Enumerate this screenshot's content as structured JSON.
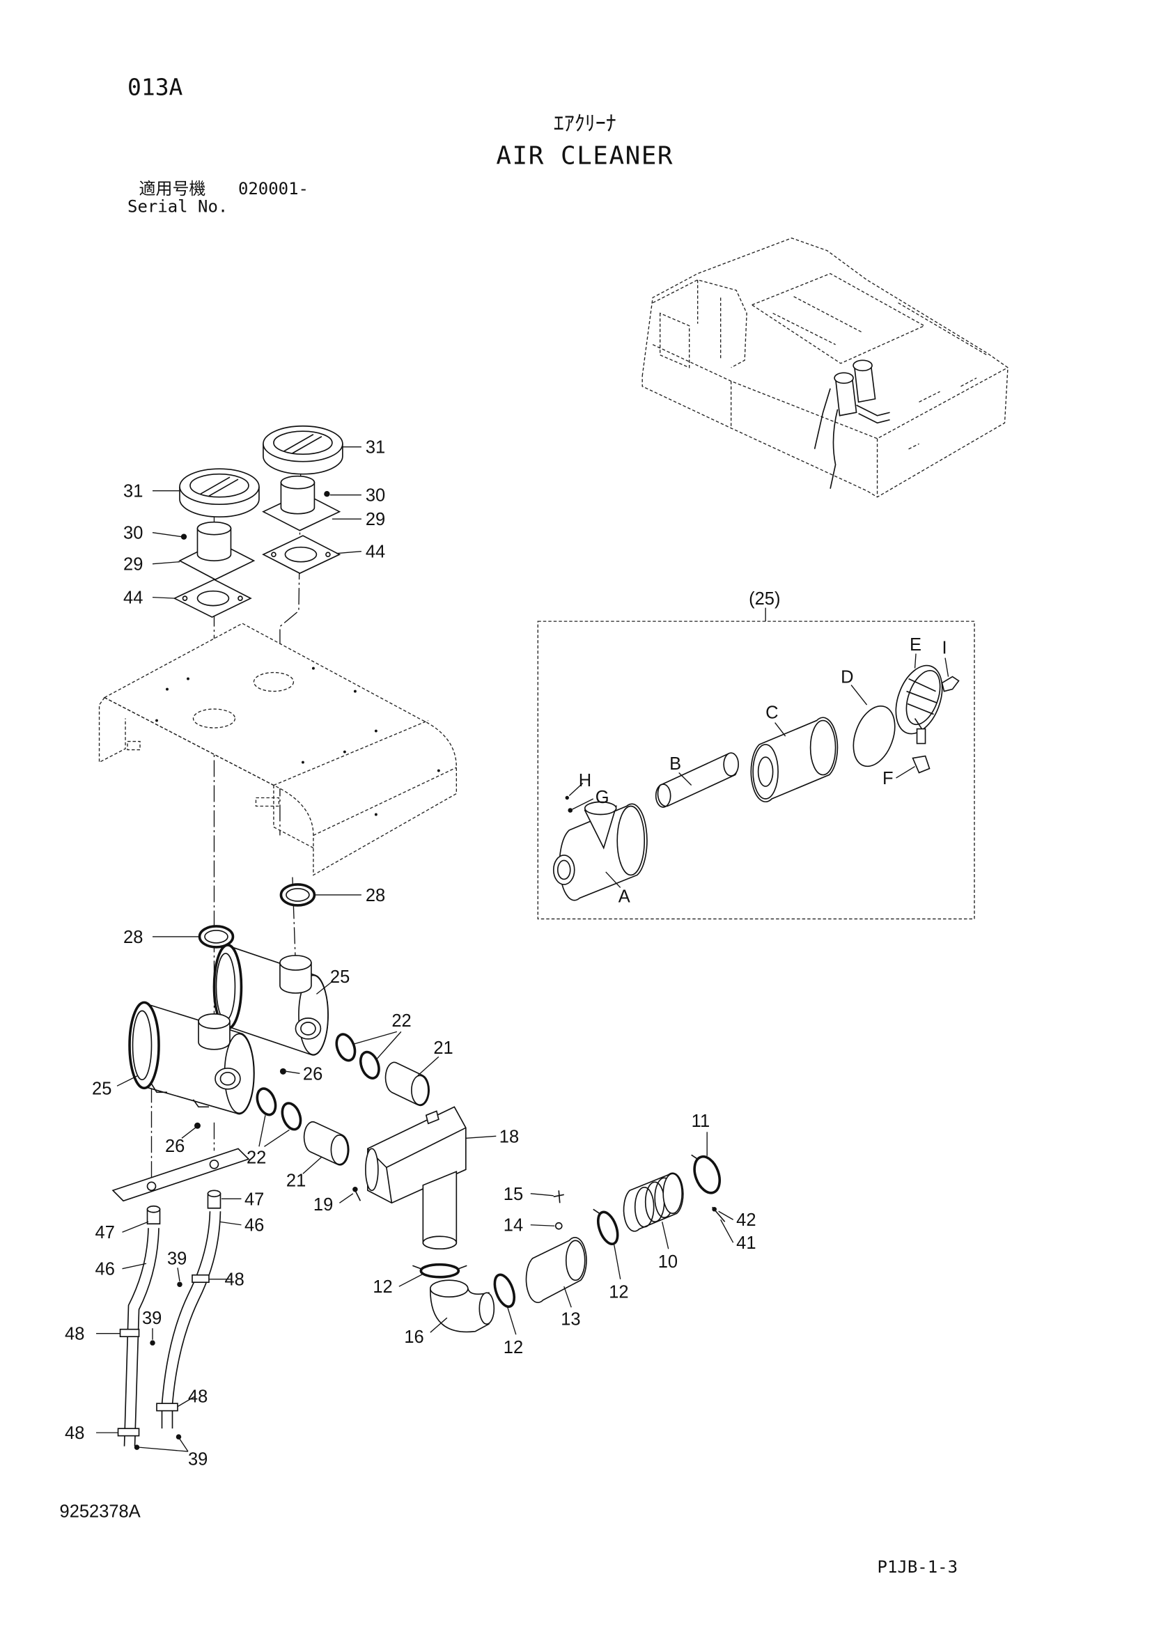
{
  "header": {
    "page_code": "013A",
    "title_jp": "ｴｱｸﾘｰﾅ",
    "title_en": "AIR CLEANER",
    "serial_label_jp": "適用号機",
    "serial_value": "020001-",
    "serial_label_en": "Serial No."
  },
  "callouts": [
    "31",
    "31",
    "30",
    "29",
    "30",
    "44",
    "29",
    "44",
    "28",
    "28",
    "25",
    "22",
    "21",
    "26",
    "25",
    "18",
    "26",
    "22",
    "11",
    "21",
    "15",
    "19",
    "47",
    "47",
    "46",
    "14",
    "42",
    "41",
    "10",
    "39",
    "48",
    "46",
    "12",
    "12",
    "13",
    "39",
    "48",
    "16",
    "12",
    "48",
    "48",
    "39"
  ],
  "detail": {
    "group_label": "(25)",
    "letters": [
      "A",
      "B",
      "C",
      "D",
      "E",
      "F",
      "G",
      "H",
      "I"
    ]
  },
  "footer": {
    "drawing_number": "9252378A",
    "page_ref": "P1JB-1-3"
  }
}
